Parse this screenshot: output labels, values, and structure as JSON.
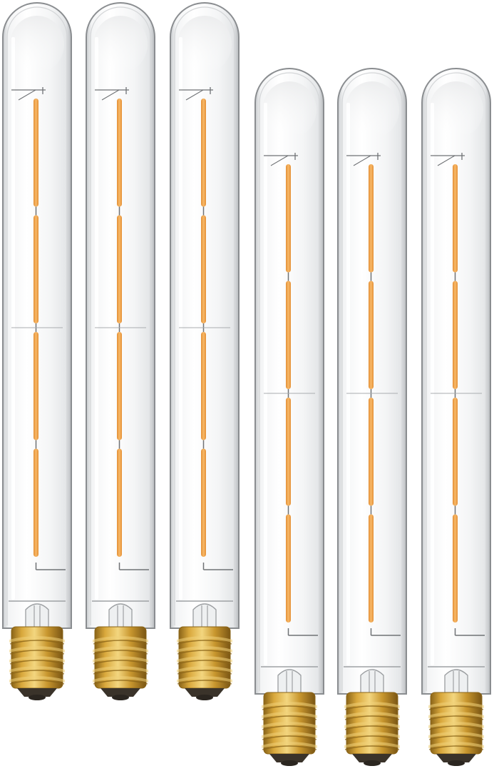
{
  "image": {
    "description_kind": "product-photo",
    "subject": "led-filament-tube-bulbs",
    "bulb_count": 6,
    "bulbs": [
      {
        "id": "bulb-1",
        "row": "upper"
      },
      {
        "id": "bulb-2",
        "row": "upper"
      },
      {
        "id": "bulb-3",
        "row": "upper"
      },
      {
        "id": "bulb-4",
        "row": "lower"
      },
      {
        "id": "bulb-5",
        "row": "lower"
      },
      {
        "id": "bulb-6",
        "row": "lower"
      }
    ],
    "filament_segments_per_bulb": 4
  },
  "colors": {
    "background": "#ffffff",
    "glass_edge": "#8a8d90",
    "glass_fill": "#f6f7f8",
    "glass_highlight": "#ffffff",
    "filament": "#f0a04a",
    "filament_core": "#f7b968",
    "wire": "#6f7275",
    "base_gold": "#c8962e",
    "base_gold_dark": "#8a6418",
    "base_gold_light": "#f0d27a",
    "contact_dark": "#2b2620"
  }
}
